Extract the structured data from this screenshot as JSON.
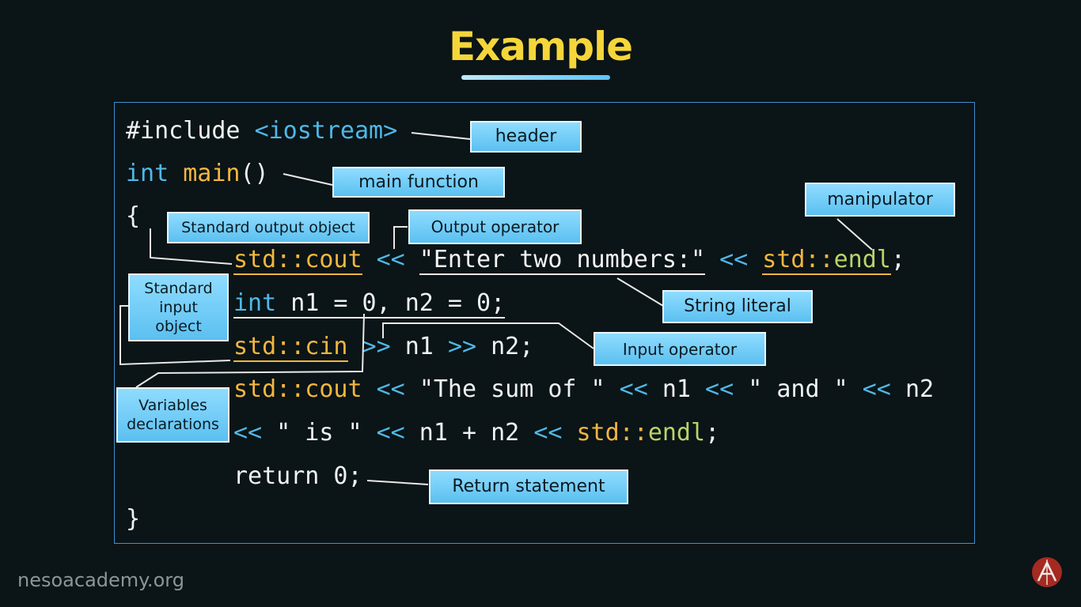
{
  "title": "Example",
  "code": {
    "l1_include": "#include ",
    "l1_header": "<iostream>",
    "l2_int": "int ",
    "l2_main": "main",
    "l2_paren": "()",
    "l3_brace": "{",
    "l4_std": "std",
    "l4_sep": "::",
    "l4_cout": "cout",
    "l4_op1": " << ",
    "l4_str": "\"Enter two numbers:\"",
    "l4_op2": " << ",
    "l4_std2": "std::",
    "l4_endl": "endl",
    "l4_semi": ";",
    "l5_int": "int",
    "l5_rest": " n1 = 0, n2 = 0;",
    "l6_cin": "std::cin",
    "l6_rest_op1": " >>",
    "l6_rest": " n1 ",
    "l6_op2": ">>",
    "l6_rest2": " n2;",
    "l7_cout": "std::cout",
    "l7_op": " << ",
    "l7_str": "\"The sum of \"",
    "l7_op2": " << ",
    "l7_n1": "n1",
    "l7_op3": " << ",
    "l7_str2": "\" and \"",
    "l7_op4": " << ",
    "l7_n2": "n2",
    "l8_op": "<<",
    "l8_str": " \" is \" ",
    "l8_op2": "<<",
    "l8_expr": " n1 + n2 ",
    "l8_op3": "<<",
    "l8_std": " std::",
    "l8_endl": "endl",
    "l8_semi": ";",
    "l9_return": "return 0;",
    "l10_brace": "}"
  },
  "labels": {
    "header": "header",
    "main_function": "main function",
    "manipulator": "manipulator",
    "std_output": "Standard output object",
    "output_operator": "Output operator",
    "std_input_l1": "Standard",
    "std_input_l2": "input",
    "std_input_l3": "object",
    "string_literal": "String literal",
    "input_operator": "Input operator",
    "variables_l1": "Variables",
    "variables_l2": "declarations",
    "return_statement": "Return statement"
  },
  "footer": "nesoacademy.org",
  "colors": {
    "title": "#f5d63a",
    "keyword": "#4fb8e8",
    "identifier": "#f2b640",
    "label_bg": "#5bc0f0",
    "background": "#0b1416"
  },
  "icons": {
    "logo": "neso-academy-logo"
  }
}
